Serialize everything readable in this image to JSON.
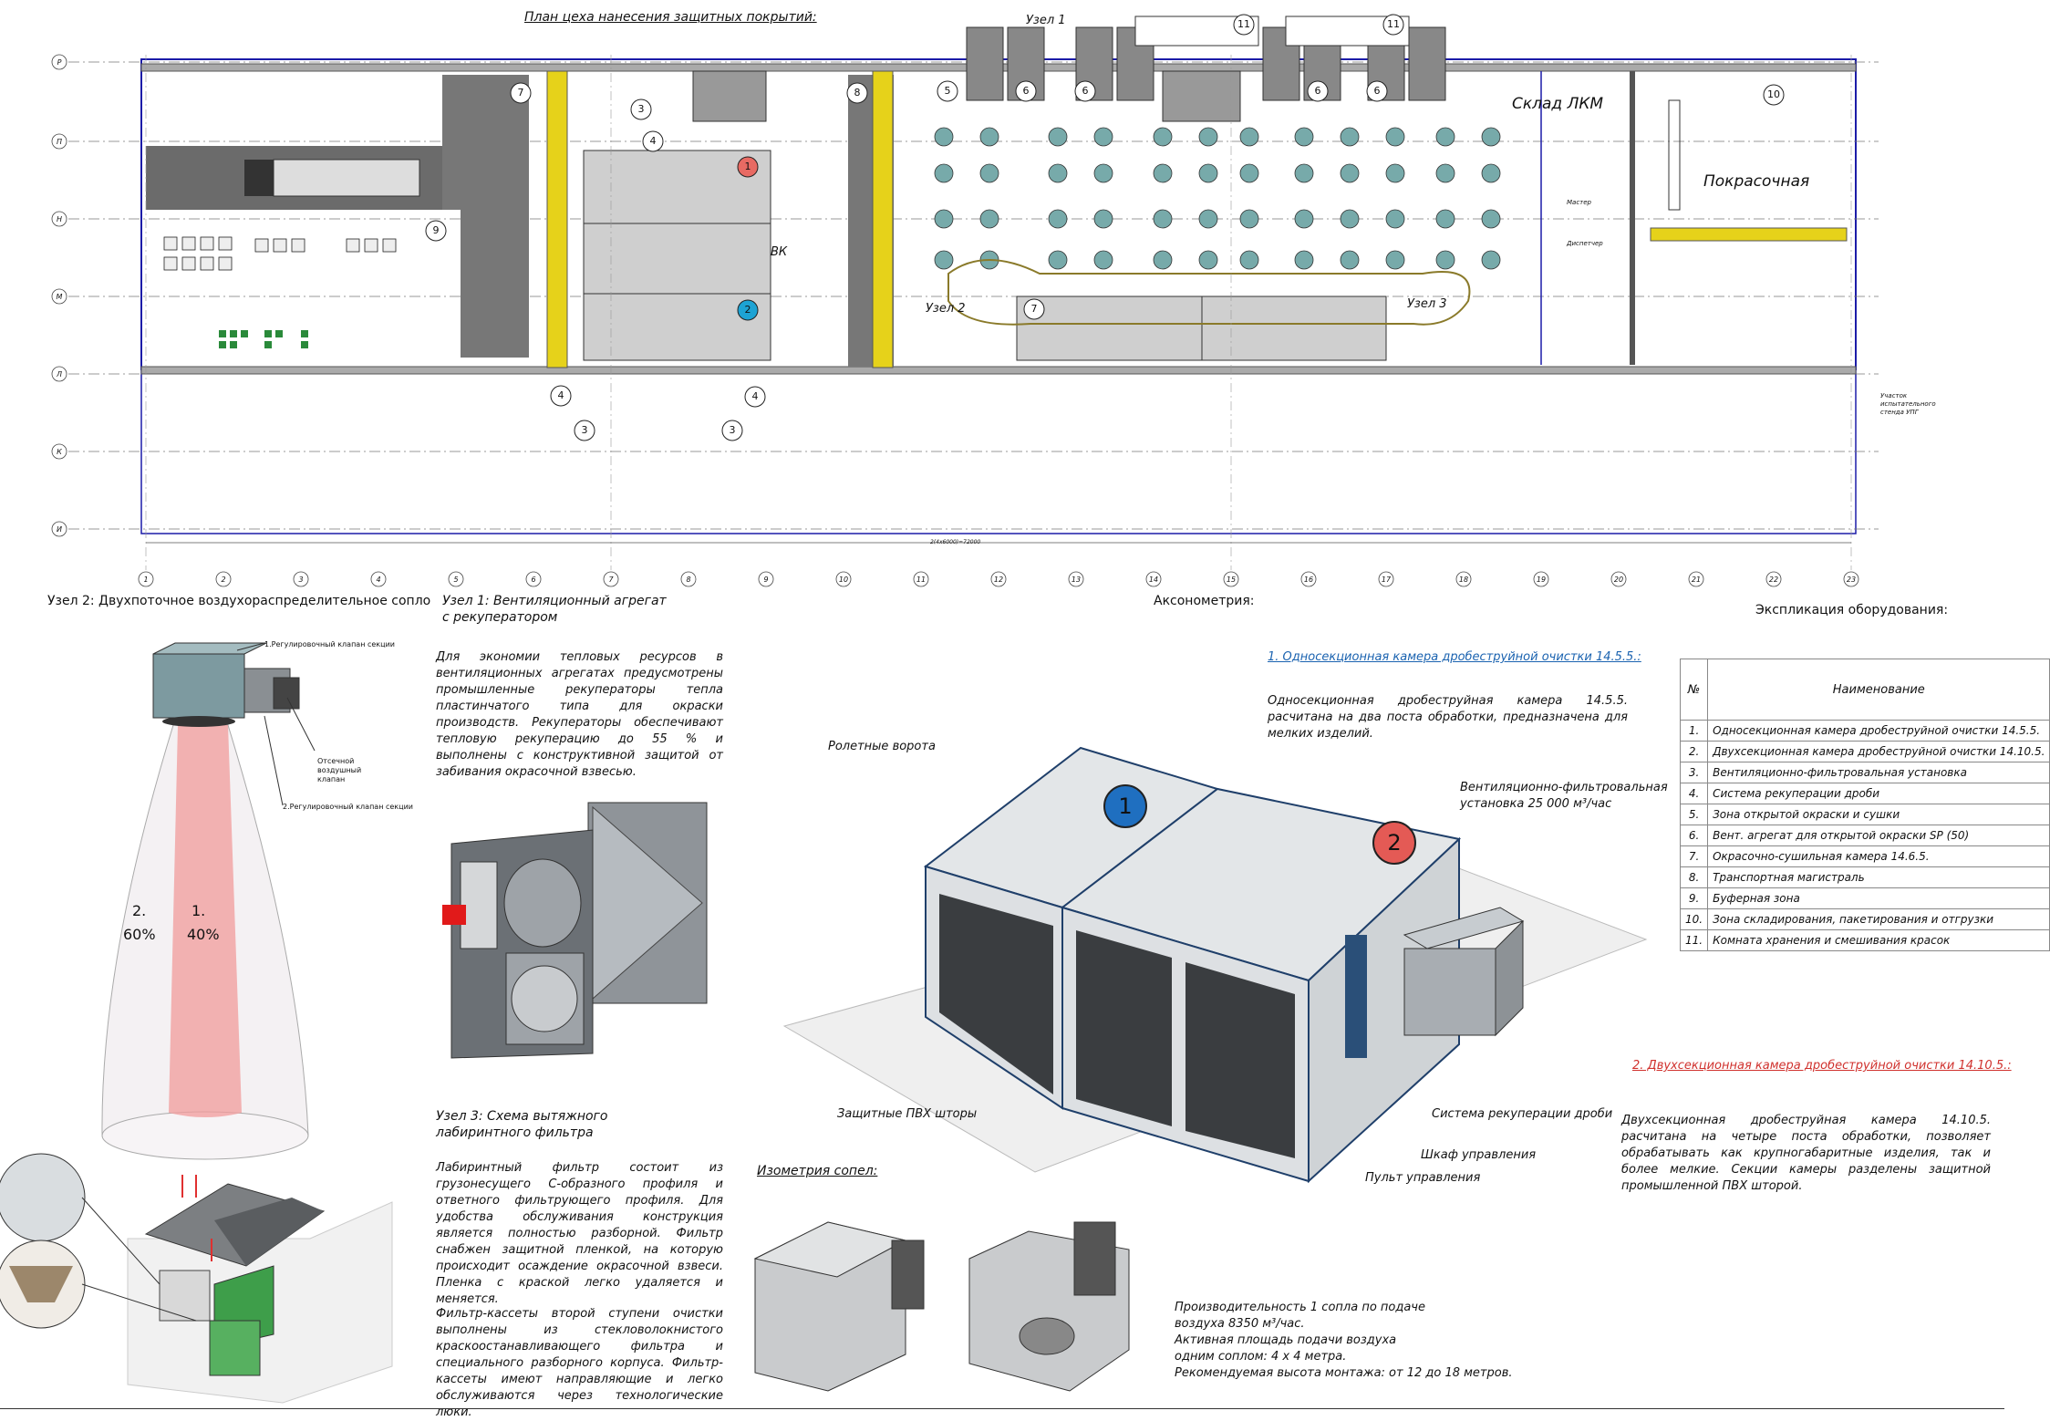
{
  "plan": {
    "title": "План цеха нанесения защитных покрытий:",
    "row_labels": [
      "Р",
      "П",
      "Н",
      "М",
      "Л",
      "К",
      "И"
    ],
    "col_labels": [
      "1",
      "2",
      "3",
      "4",
      "5",
      "6",
      "7",
      "8",
      "9",
      "10",
      "11",
      "12",
      "13",
      "14",
      "15",
      "16",
      "17",
      "18",
      "19",
      "20",
      "21",
      "22",
      "23"
    ],
    "markers": [
      "1",
      "2",
      "3",
      "4",
      "5",
      "6",
      "7",
      "8",
      "9",
      "10",
      "11"
    ],
    "node_labels": {
      "n1": "Узел 1",
      "n2": "Узел 2",
      "n3": "Узел 3"
    },
    "zone_labels": {
      "lkm": "Склад ЛКМ",
      "paint": "Покрасочная",
      "vk": "ВК"
    },
    "small_labels": {
      "mastersk": "Мастер",
      "dispetch": "Диспетчер",
      "test_stand": "Участок испытательного стенда УПГ"
    },
    "dim": "2(4х6000)=72000"
  },
  "node2": {
    "title": "Узел 2: Двухпоточное воздухораспределительное сопло",
    "callouts": [
      "1.Регулировочный клапан секции",
      "Отсечной воздушный клапан",
      "2.Регулировочный клапан секции"
    ],
    "flow2_num": "2.",
    "flow2_pct": "60%",
    "flow1_num": "1.",
    "flow1_pct": "40%"
  },
  "node1": {
    "title_1": "Узел 1: Вентиляционный агрегат",
    "title_2": "с рекуператором",
    "text": "Для экономии тепловых ресурсов в вентиляционных агрегатах предусмотрены промышленные рекуператоры тепла пластинчатого типа для окраски производств. Рекуператоры обеспечивают тепловую рекуперацию до 55 % и выполнены с конструктивной защитой от забивания окрасочной взвесью."
  },
  "node3": {
    "title_1": "Узел 3: Схема вытяжного",
    "title_2": "лабиринтного фильтра",
    "text_1": "Лабиринтный фильтр состоит из грузонесущего С-образного профиля и ответного фильтрующего профиля. Для удобства обслуживания конструкция является полностью разборной. Фильтр снабжен защитной пленкой, на которую происходит осаждение окрасочной взвеси. Пленка с краской легко удаляется и меняется.",
    "text_2": "Фильтр-кассеты второй ступени очистки выполнены из стекловолокнистого краскоостанавливающего фильтра и специального разборного корпуса. Фильтр-кассеты имеют направляющие и легко обслуживаются через технологические люки."
  },
  "axon": {
    "title": "Аксонометрия:",
    "labels": {
      "gates": "Ролетные ворота",
      "vent_1": "Вентиляционно-фильтровальная",
      "vent_2": "установка 25 000 м³/час",
      "pvc": "Защитные ПВХ шторы",
      "recup": "Система рекуперации дроби",
      "cabinet": "Шкаф управления",
      "console": "Пульт управления"
    },
    "badge_1": "1",
    "badge_2": "2"
  },
  "cam1": {
    "title": "1. Односекционная камера дробеструйной очистки 14.5.5.:",
    "text": "Односекционная дробеструйная камера 14.5.5. расчитана на два поста обработки, предназначена для мелких изделий."
  },
  "cam2": {
    "title": "2. Двухсекционная камера дробеструйной очистки 14.10.5.:",
    "text": "Двухсекционная дробеструйная камера 14.10.5. расчитана на четыре поста обработки, позволяет обрабатывать как крупногабаритные изделия, так и более мелкие. Секции камеры разделены защитной промышленной ПВХ шторой."
  },
  "nozzles": {
    "title": "Изометрия сопел:",
    "spec_1": "Производительность 1 сопла по подаче",
    "spec_2": "воздуха 8350 м³/час.",
    "spec_3": "Активная площадь подачи воздуха",
    "spec_4": "одним соплом: 4 х 4 метра.",
    "spec_5": "Рекомендуемая высота монтажа: от 12 до 18 метров."
  },
  "legend": {
    "title": "Экспликация оборудования:",
    "num_header": "№",
    "name_header": "Наименование",
    "rows": [
      {
        "n": "1.",
        "name": "Односекционная камера дробеструйной очистки 14.5.5."
      },
      {
        "n": "2.",
        "name": "Двухсекционная камера дробеструйной очистки 14.10.5."
      },
      {
        "n": "3.",
        "name": "Вентиляционно-фильтровальная установка"
      },
      {
        "n": "4.",
        "name": "Система рекуперации дроби"
      },
      {
        "n": "5.",
        "name": "Зона открытой окраски и сушки"
      },
      {
        "n": "6.",
        "name": "Вент. агрегат для открытой окраски SP (50)"
      },
      {
        "n": "7.",
        "name": "Окрасочно-сушильная камера 14.6.5."
      },
      {
        "n": "8.",
        "name": "Транспортная магистраль"
      },
      {
        "n": "9.",
        "name": "Буферная зона"
      },
      {
        "n": "10.",
        "name": "Зона складирования, пакетирования и отгрузки"
      },
      {
        "n": "11.",
        "name": "Комната хранения и смешивания красок"
      }
    ]
  },
  "colors": {
    "blue_badge": "#1f6fc0",
    "red_badge": "#e45a55",
    "grid": "#1c1ca8",
    "yellow": "#e6d21a",
    "node2_title_color": "#111"
  }
}
